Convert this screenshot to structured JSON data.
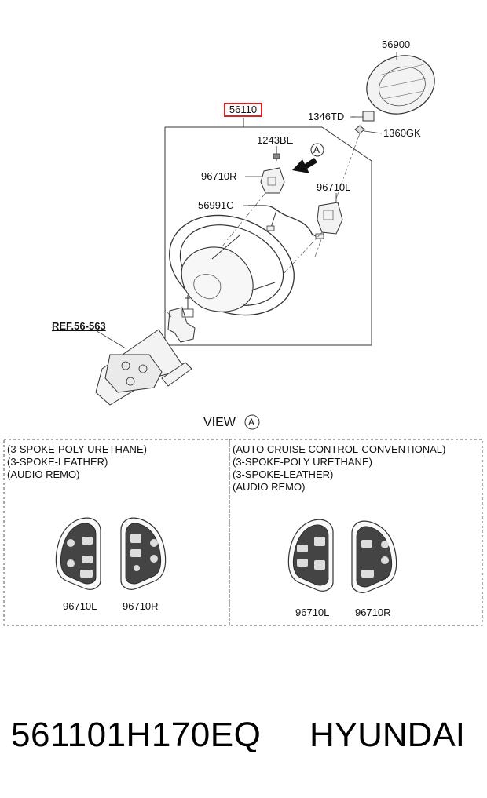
{
  "diagram": {
    "main_part": "56110",
    "parts": {
      "airbag": "56900",
      "bolt_td": "1346TD",
      "nut_gk": "1360GK",
      "screw": "1243BE",
      "switch_r": "96710R",
      "switch_l": "96710L",
      "harness": "56991C"
    },
    "view_marker": "A",
    "ref": "REF.56-563",
    "view_label": "VIEW"
  },
  "panels": [
    {
      "lines": [
        "(3-SPOKE-POLY URETHANE)",
        "(3-SPOKE-LEATHER)",
        "(AUDIO REMO)"
      ],
      "left_label": "96710L",
      "right_label": "96710R"
    },
    {
      "lines": [
        "(AUTO CRUISE CONTROL-CONVENTIONAL)",
        "(3-SPOKE-POLY URETHANE)",
        "(3-SPOKE-LEATHER)",
        "(AUDIO REMO)"
      ],
      "left_label": "96710L",
      "right_label": "96710R"
    }
  ],
  "footer": {
    "part_number": "561101H170EQ",
    "brand": "HYUNDAI"
  }
}
